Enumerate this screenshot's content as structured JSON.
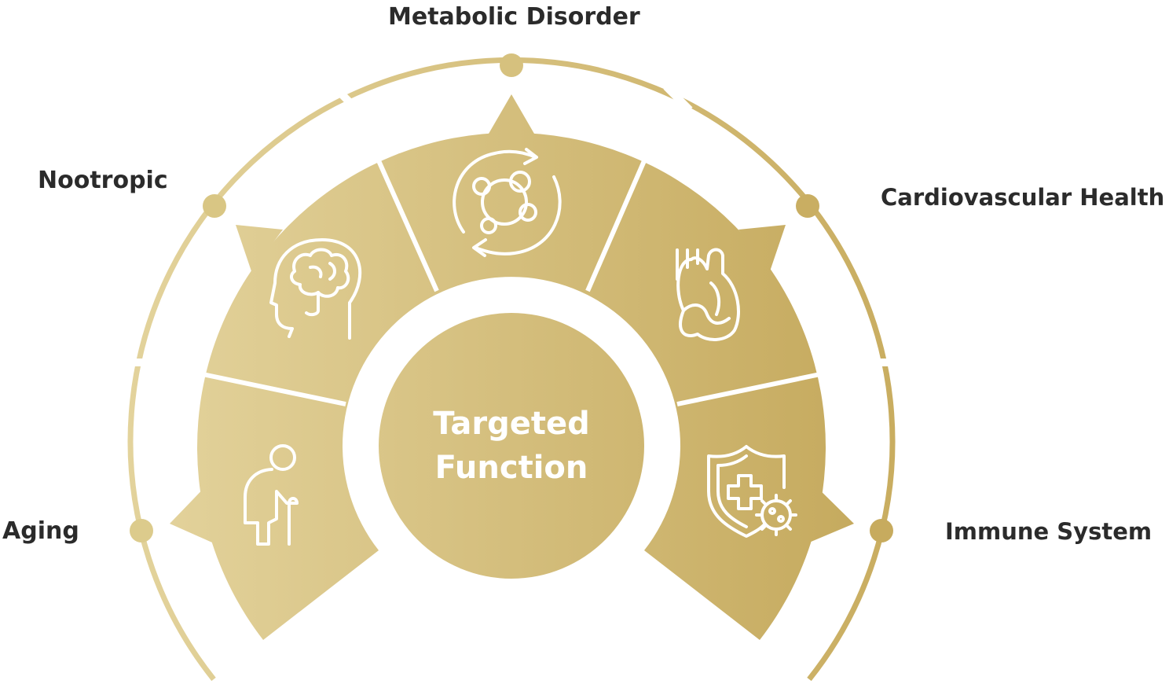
{
  "center": {
    "line1": "Targeted",
    "line2": "Function"
  },
  "categories": {
    "metabolic": "Metabolic Disorder",
    "nootropic": "Nootropic",
    "cardio": "Cardiovascular Health",
    "aging": "Aging",
    "immune": "Immune System"
  },
  "icons": {
    "aging": "elderly-person-icon",
    "nootropic": "brain-head-icon",
    "metabolic": "metabolism-cycle-icon",
    "cardio": "heart-organ-icon",
    "immune": "immune-shield-icon"
  },
  "colors": {
    "gold_light": "#e3d39c",
    "gold_dark": "#c8ad5f",
    "label_text": "#2b2b2b",
    "center_text": "#ffffff"
  }
}
